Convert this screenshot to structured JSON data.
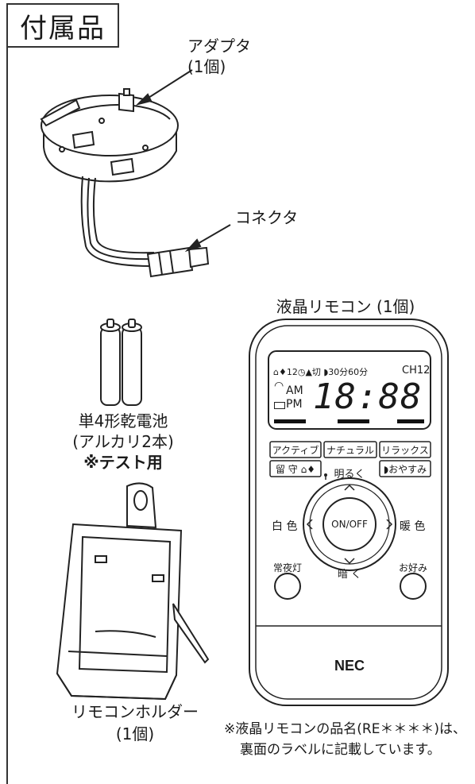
{
  "section_title": "付属品",
  "adapter": {
    "name": "アダプタ",
    "qty": "(1個)"
  },
  "connector": {
    "name": "コネクタ"
  },
  "remote": {
    "name": "液晶リモコン (1個)",
    "lcd_status_row": "⌂♦12◷▲切 ◗30分60分",
    "lcd_channel": "CH12",
    "lcd_am": "AM",
    "lcd_pm": "PM",
    "lcd_time": "18:88",
    "buttons": {
      "active": "アクティブ",
      "natural": "ナチュラル",
      "relax": "リラックス",
      "rusu": "留 守 ⌂♦",
      "oyasumi": "◗おやすみ",
      "brighter": "明るく",
      "darker": "暗 く",
      "white": "白 色",
      "warm": "暖 色",
      "onoff": "ON/OFF",
      "night_light": "常夜灯",
      "favorite": "お好み"
    },
    "brand": "NEC"
  },
  "battery": {
    "line1": "単4形乾電池",
    "line2": "(アルカリ2本)",
    "line3": "※テスト用"
  },
  "holder": {
    "name": "リモコンホルダー",
    "qty": "(1個)"
  },
  "footnote": {
    "line1": "※液晶リモコンの品名(RE＊＊＊＊)は、",
    "line2": "裏面のラベルに記載しています。"
  },
  "colors": {
    "ink": "#1a1a1a",
    "line": "#333333"
  }
}
